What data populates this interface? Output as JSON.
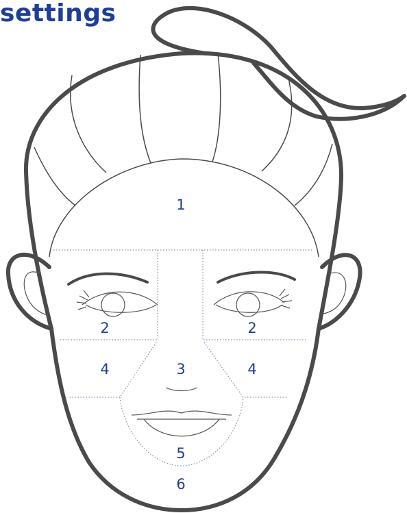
{
  "title": "settings",
  "colors": {
    "accent": "#1f3f95",
    "outline": "#4a4a4c"
  },
  "zones": {
    "forehead": "1",
    "eye_left": "2",
    "eye_right": "2",
    "nose": "3",
    "cheek_left": "4",
    "cheek_right": "4",
    "mouth": "5",
    "chin": "6"
  }
}
